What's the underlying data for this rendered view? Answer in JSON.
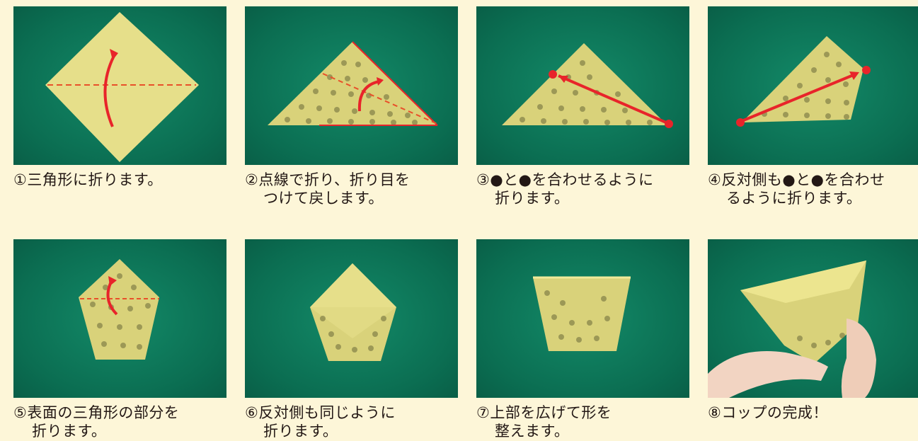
{
  "steps": [
    {
      "line1": "①三角形に折ります。",
      "line2": ""
    },
    {
      "line1": "②点線で折り、折り目を",
      "line2": "つけて戻します。"
    },
    {
      "line1": "③●と●を合わせるように",
      "line2": "折ります。"
    },
    {
      "line1": "④反対側も●と●を合わせ",
      "line2": "るように折ります。"
    },
    {
      "line1": "⑤表面の三角形の部分を",
      "line2": "折ります。"
    },
    {
      "line1": "⑥反対側も同じように",
      "line2": "折ります。"
    },
    {
      "line1": "⑦上部を広げて形を",
      "line2": "整えます。"
    },
    {
      "line1": "⑧コップの完成！",
      "line2": ""
    }
  ],
  "colors": {
    "background": "#fdf6d8",
    "mat_green": "#0d7a5c",
    "paper_yellow": "#e6df8a",
    "guide_red": "#e8242a",
    "text": "#231815"
  }
}
